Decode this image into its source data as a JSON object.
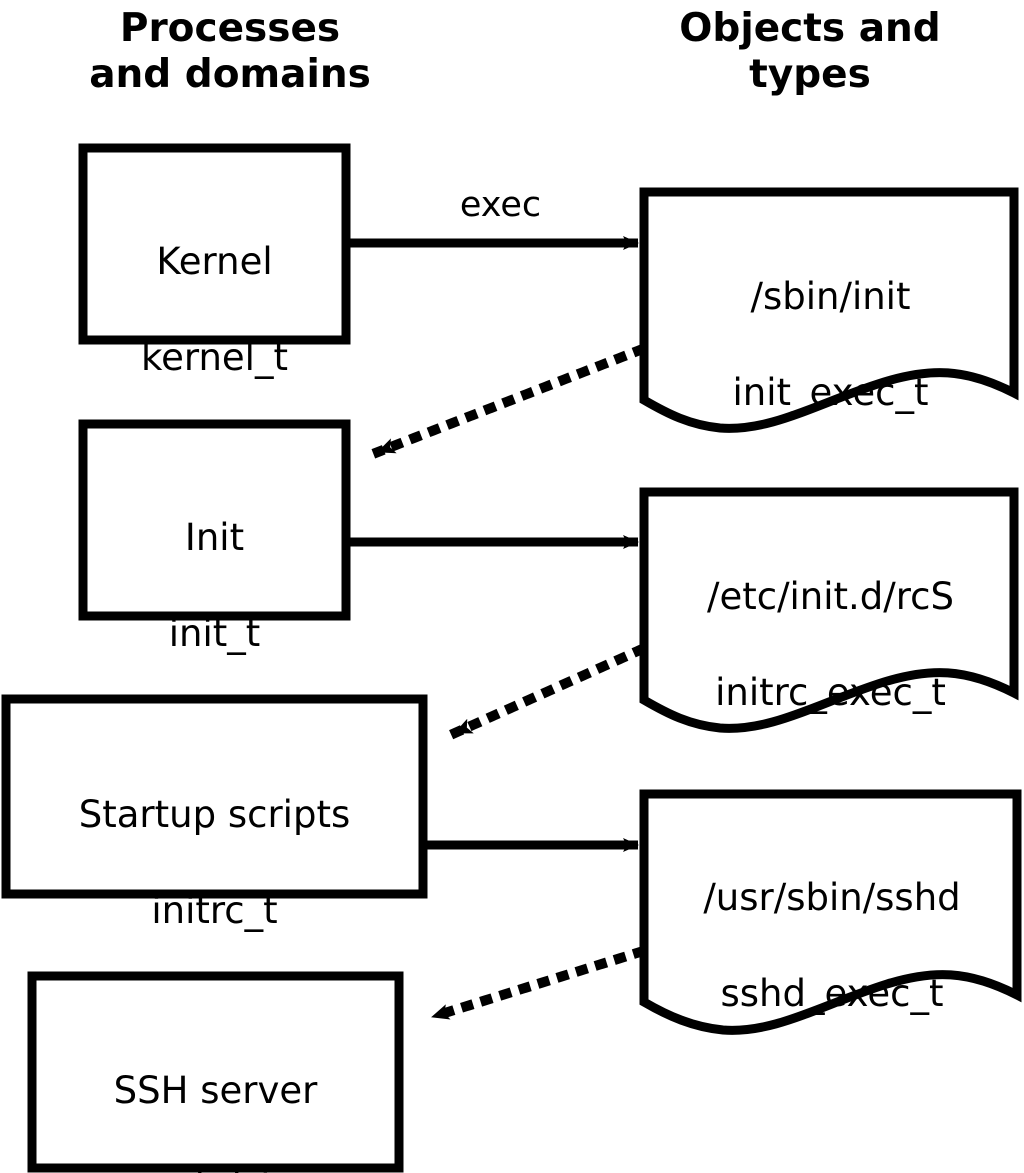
{
  "diagram": {
    "title_left": "Processes\nand domains",
    "title_right": "Objects and\ntypes",
    "stroke_color": "#000000",
    "background_color": "#ffffff",
    "process_nodes": [
      {
        "id": "kernel",
        "line1": "Kernel",
        "line2": "kernel_t"
      },
      {
        "id": "init",
        "line1": "Init",
        "line2": "init_t"
      },
      {
        "id": "initrc",
        "line1": "Startup scripts",
        "line2": "initrc_t"
      },
      {
        "id": "sshd",
        "line1": "SSH server",
        "line2": "sshd_t"
      }
    ],
    "object_nodes": [
      {
        "id": "init-exec",
        "line1": "/sbin/init",
        "line2": "init_exec_t"
      },
      {
        "id": "initrc-exec",
        "line1": "/etc/init.d/rcS",
        "line2": "initrc_exec_t"
      },
      {
        "id": "sshd-exec",
        "line1": "/usr/sbin/sshd",
        "line2": "sshd_exec_t"
      }
    ],
    "edges": [
      {
        "id": "kernel-exec-init",
        "label": "exec",
        "style": "solid"
      },
      {
        "id": "init-exec-to-init",
        "label": "",
        "style": "dotted"
      },
      {
        "id": "init-exec-initrc",
        "label": "",
        "style": "solid"
      },
      {
        "id": "initrc-exec-to-initrc",
        "label": "",
        "style": "dotted"
      },
      {
        "id": "initrc-exec-sshd",
        "label": "",
        "style": "solid"
      },
      {
        "id": "sshd-exec-to-sshd",
        "label": "",
        "style": "dotted"
      }
    ]
  }
}
